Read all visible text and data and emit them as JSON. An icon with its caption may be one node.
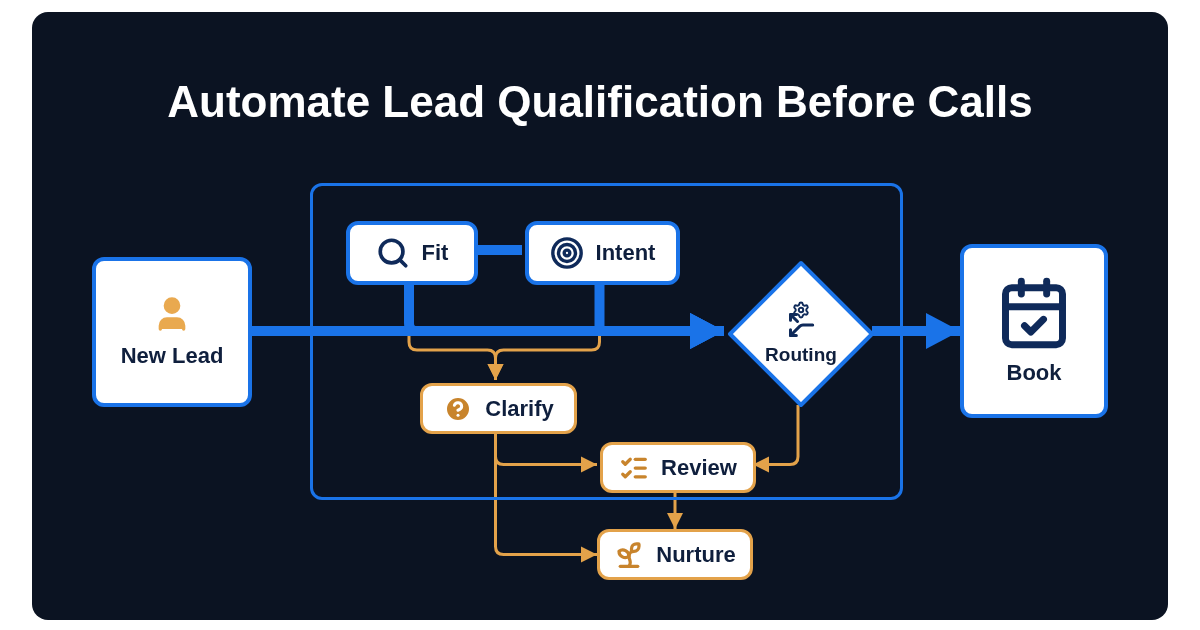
{
  "diagram": {
    "title": "Automate Lead Qualification Before Calls",
    "nodes": [
      {
        "text": [
          "New Lead"
        ]
      },
      {
        "text": [],
        "shape": "box"
      },
      {
        "text": [
          "Fit"
        ],
        "in": 1
      },
      {
        "text": [
          "Intent"
        ],
        "in": 1
      },
      {
        "text": [
          "Routing"
        ],
        "in": 1
      },
      {
        "text": [
          "Clarify"
        ],
        "in": 1
      },
      {
        "text": [
          "Review"
        ],
        "in": 1
      },
      {
        "text": [
          "Nurture"
        ]
      },
      {
        "text": [
          "Book"
        ]
      }
    ],
    "edges": [
      {
        "from": 0,
        "to": 4,
        "arrow": "to",
        "style": "thick",
        "color": "#1a73e8"
      },
      {
        "from": 2,
        "to": 3,
        "arrow": "none",
        "style": "thick",
        "color": "#1a73e8"
      },
      {
        "from": 2,
        "to": 4,
        "arrow": "to",
        "style": "thick",
        "color": "#1a73e8"
      },
      {
        "from": 3,
        "to": 4,
        "arrow": "to",
        "style": "thick",
        "color": "#1a73e8"
      },
      {
        "from": 4,
        "to": 8,
        "arrow": "to",
        "style": "thick",
        "color": "#1a73e8"
      },
      {
        "from": 2,
        "to": 5,
        "arrow": "to"
      },
      {
        "from": 3,
        "to": 5,
        "arrow": "to"
      },
      {
        "from": 5,
        "to": 6,
        "arrow": "to"
      },
      {
        "from": 5,
        "to": 7,
        "arrow": "to"
      },
      {
        "from": 4,
        "to": 6,
        "arrow": "to"
      },
      {
        "from": 6,
        "to": 7,
        "arrow": "to"
      }
    ]
  }
}
